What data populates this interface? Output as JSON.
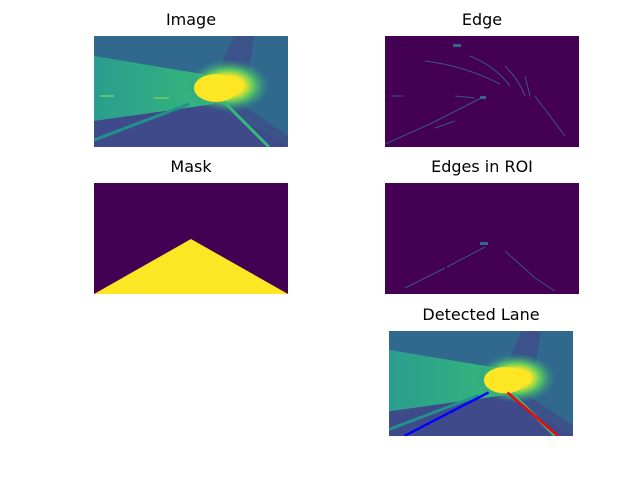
{
  "figure": {
    "panels": [
      {
        "id": "image",
        "title": "Image"
      },
      {
        "id": "edge",
        "title": "Edge"
      },
      {
        "id": "mask",
        "title": "Mask"
      },
      {
        "id": "edges_roi",
        "title": "Edges in ROI"
      },
      {
        "id": "detected",
        "title": "Detected Lane"
      }
    ]
  },
  "colors": {
    "viridis_dark": "#440154",
    "viridis_yellow": "#fde725",
    "viridis_teal": "#21918c",
    "viridis_green": "#5ec962",
    "viridis_blue": "#3b528b",
    "left_lane_line": "#0000ff",
    "right_lane_line": "#ff0000"
  }
}
